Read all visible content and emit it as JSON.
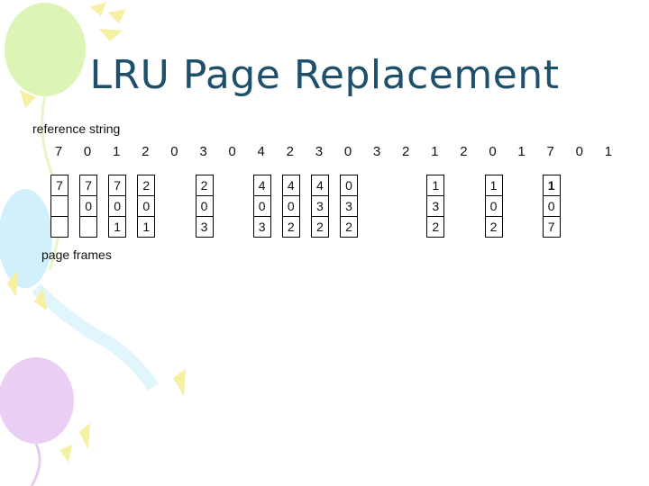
{
  "title": "LRU Page Replacement",
  "reference_label": "reference string",
  "frames_label": "page frames",
  "reference_string": [
    "7",
    "0",
    "1",
    "2",
    "0",
    "3",
    "0",
    "4",
    "2",
    "3",
    "0",
    "3",
    "2",
    "1",
    "2",
    "0",
    "1",
    "7",
    "0",
    "1"
  ],
  "frames": [
    {
      "ref": 0,
      "values": [
        "7",
        "",
        ""
      ]
    },
    {
      "ref": 1,
      "values": [
        "7",
        "0",
        ""
      ]
    },
    {
      "ref": 2,
      "values": [
        "7",
        "0",
        "1"
      ]
    },
    {
      "ref": 3,
      "values": [
        "2",
        "0",
        "1"
      ]
    },
    {
      "ref": 5,
      "values": [
        "2",
        "0",
        "3"
      ]
    },
    {
      "ref": 7,
      "values": [
        "4",
        "0",
        "3"
      ]
    },
    {
      "ref": 8,
      "values": [
        "4",
        "0",
        "2"
      ]
    },
    {
      "ref": 9,
      "values": [
        "4",
        "3",
        "2"
      ]
    },
    {
      "ref": 10,
      "values": [
        "0",
        "3",
        "2"
      ]
    },
    {
      "ref": 13,
      "values": [
        "1",
        "3",
        "2"
      ]
    },
    {
      "ref": 15,
      "values": [
        "1",
        "0",
        "2"
      ]
    },
    {
      "ref": 17,
      "values": [
        "1",
        "0",
        "7"
      ],
      "bold_top": true
    }
  ],
  "colors": {
    "title": "#1e4f6b",
    "balloon_green": "#d6f2a8",
    "balloon_blue": "#cdeefb",
    "balloon_purple": "#e8c9f2",
    "balloon_yellow": "#f6f0a2"
  }
}
